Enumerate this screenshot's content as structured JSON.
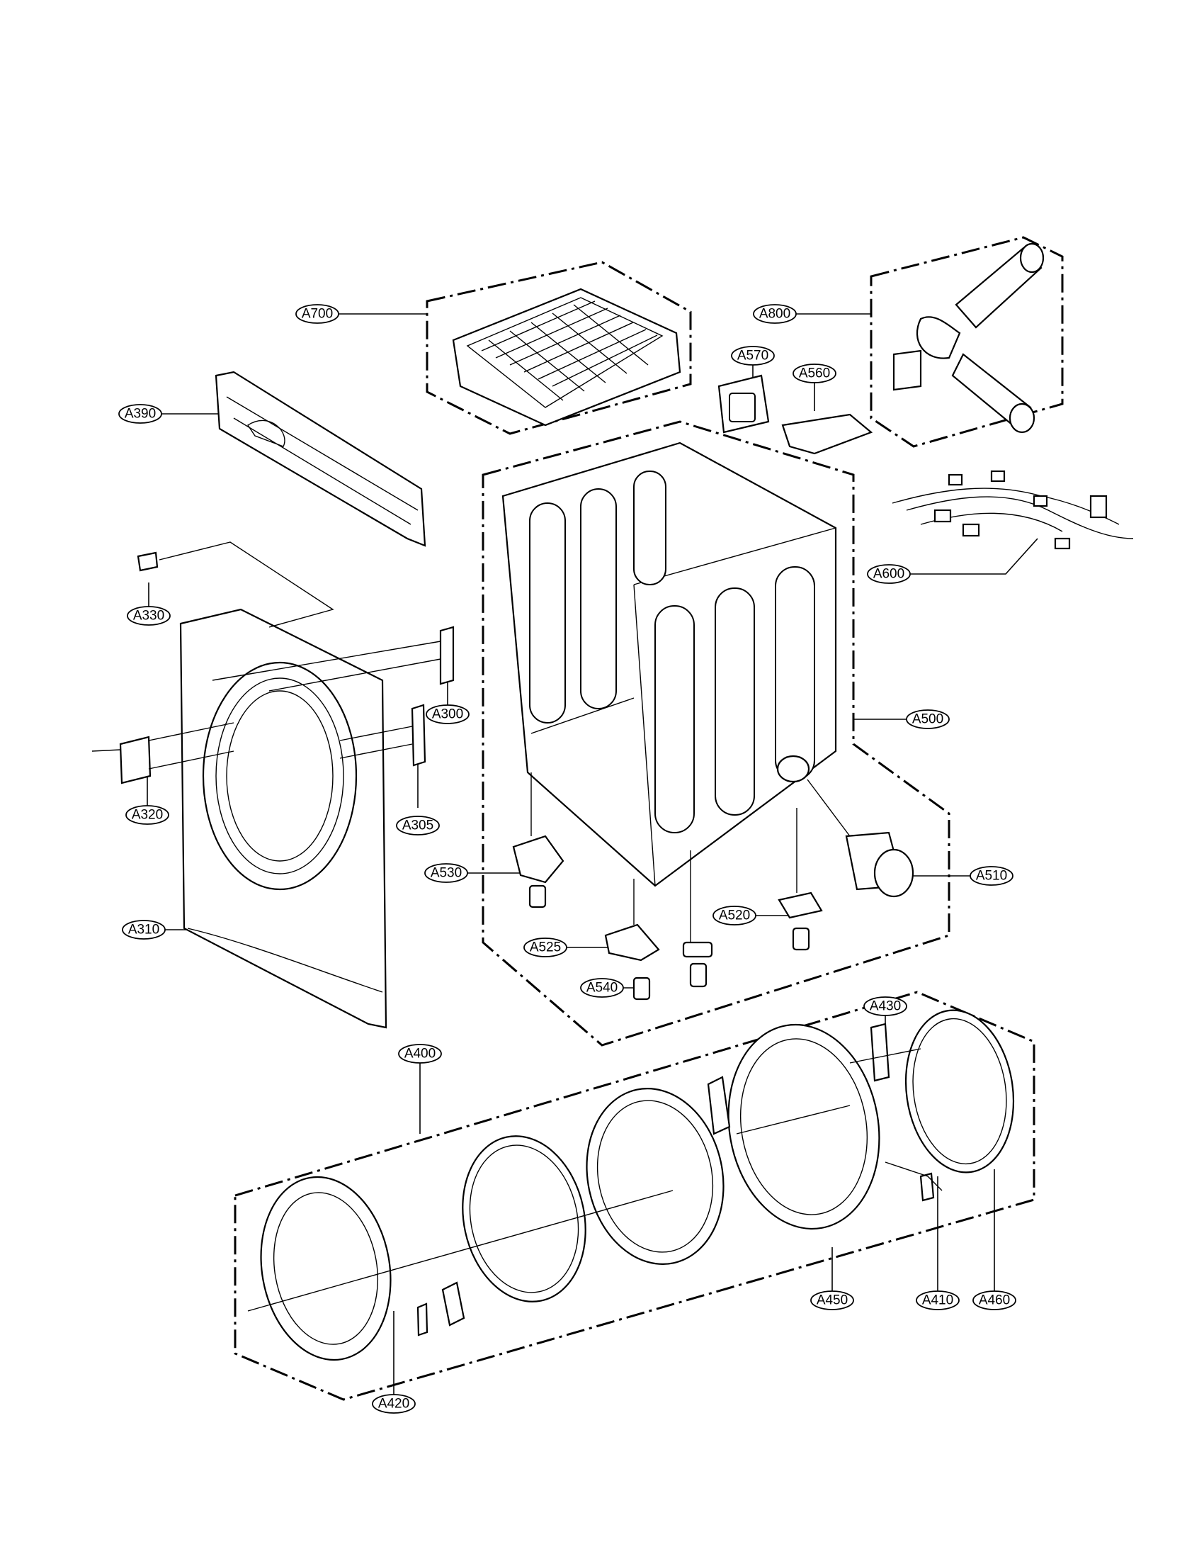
{
  "callouts": {
    "a700": "A700",
    "a800": "A800",
    "a570": "A570",
    "a560": "A560",
    "a390": "A390",
    "a600": "A600",
    "a330": "A330",
    "a300": "A300",
    "a500": "A500",
    "a320": "A320",
    "a305": "A305",
    "a530": "A530",
    "a510": "A510",
    "a310": "A310",
    "a520": "A520",
    "a525": "A525",
    "a540": "A540",
    "a430": "A430",
    "a400": "A400",
    "a450": "A450",
    "a410": "A410",
    "a460": "A460",
    "a420": "A420"
  }
}
